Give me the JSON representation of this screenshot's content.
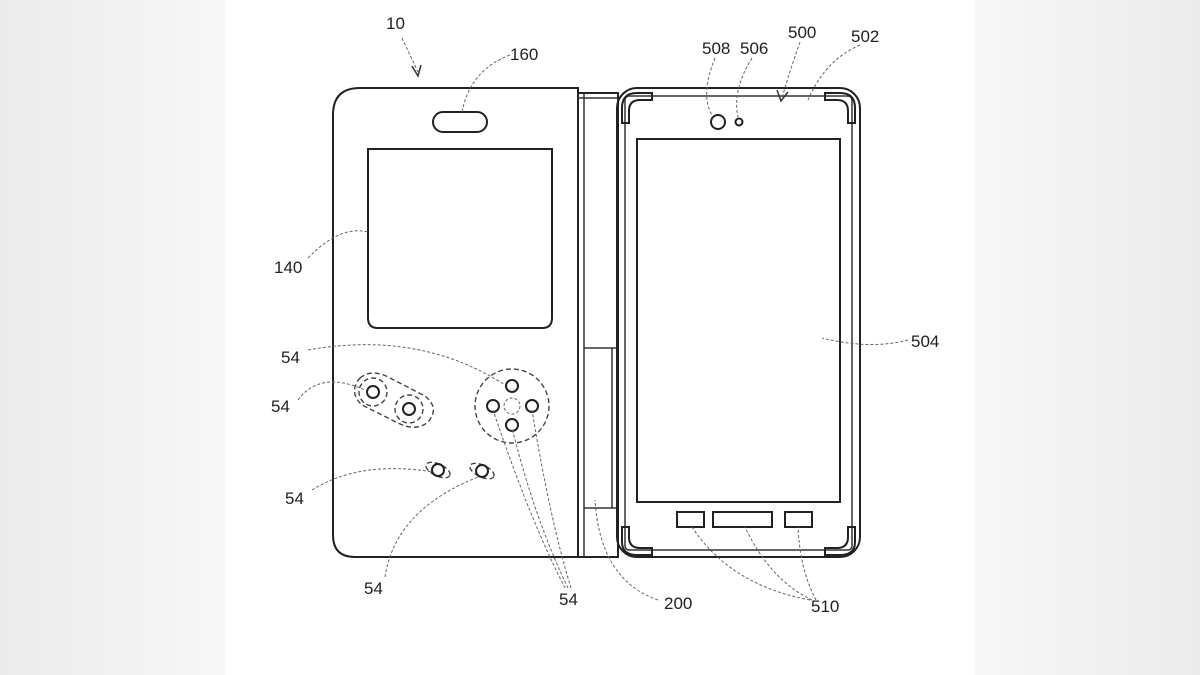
{
  "figure": {
    "labels": {
      "device": "10",
      "speaker": "160",
      "window": "140",
      "buttons_a": "54",
      "buttons_b": "54",
      "buttons_c": "54",
      "buttons_d": "54",
      "buttons_e": "54",
      "hinge": "200",
      "phone_buttons": "510",
      "screen": "504",
      "camera": "508",
      "sensor": "506",
      "phone": "500",
      "frame": "502"
    }
  }
}
